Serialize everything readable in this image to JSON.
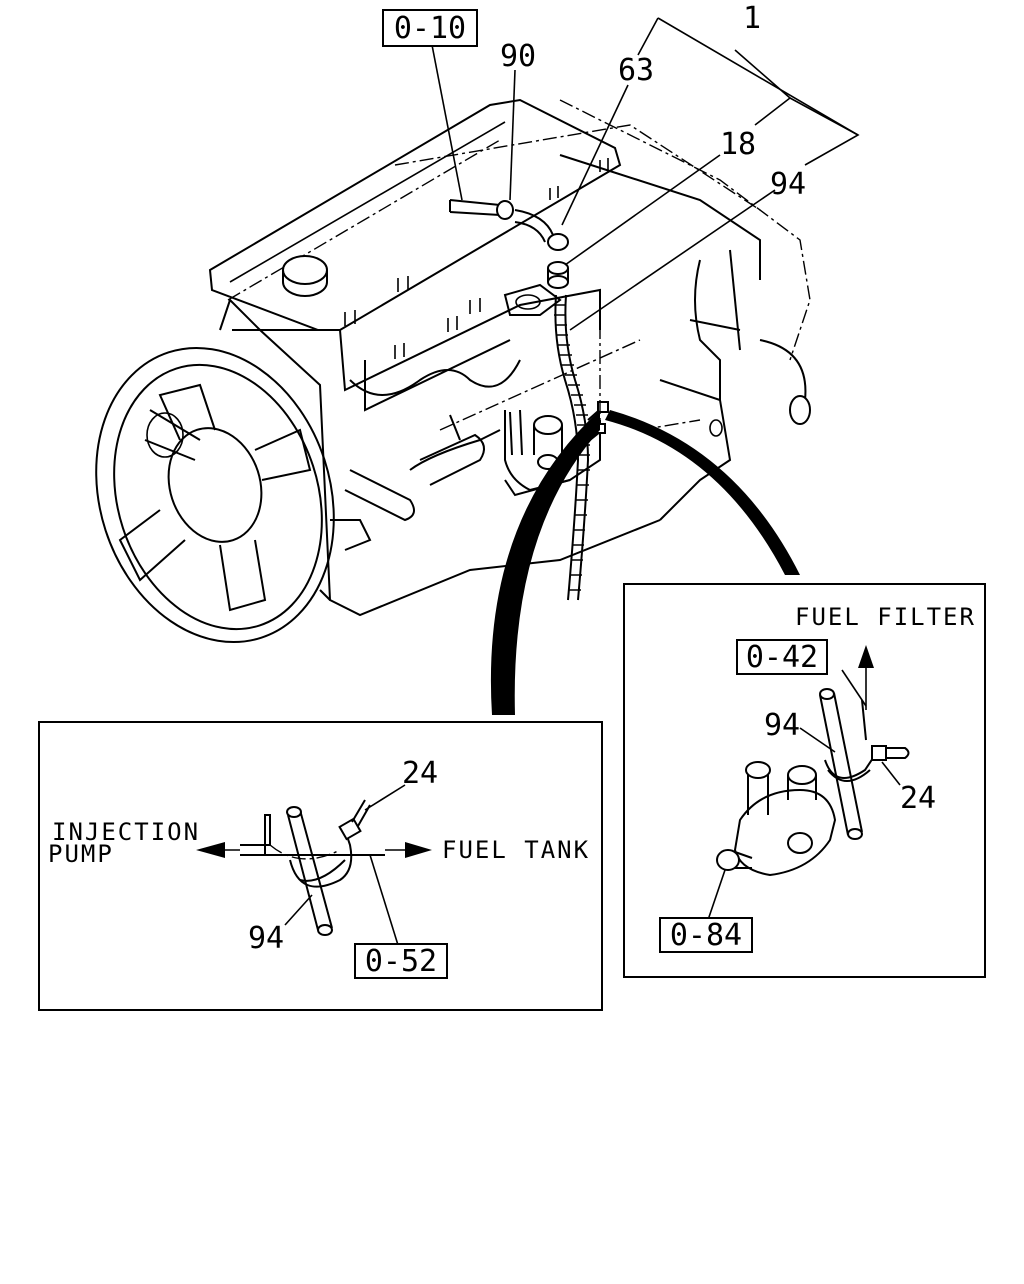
{
  "callouts": {
    "ref_0_10": "0-10",
    "ref_0_42": "0-42",
    "ref_0_52": "0-52",
    "ref_0_84": "0-84",
    "part_1": "1",
    "part_90": "90",
    "part_63": "63",
    "part_18": "18",
    "part_94_main": "94",
    "part_94_left": "94",
    "part_94_right": "94",
    "part_24_left": "24",
    "part_24_right": "24"
  },
  "left_inset": {
    "injection_line1": "INJECTION",
    "injection_line2": "PUMP",
    "fuel_tank": "FUEL TANK"
  },
  "right_inset": {
    "fuel_filter": "FUEL FILTER"
  }
}
